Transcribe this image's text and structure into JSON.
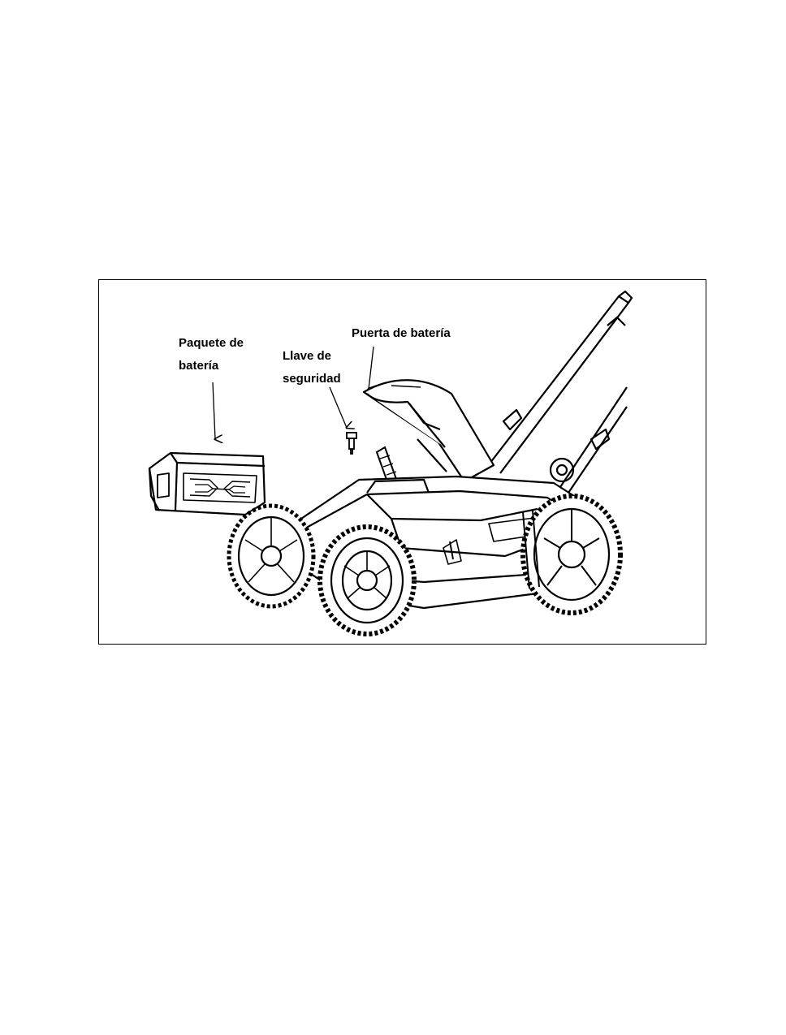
{
  "figure": {
    "labels": {
      "battery_pack": {
        "line1": "Paquete de",
        "line2": "batería"
      },
      "safety_key": {
        "line1": "Llave de",
        "line2": "seguridad"
      },
      "battery_door": {
        "line1": "Puerta de batería"
      }
    },
    "colors": {
      "ink": "#000000",
      "paper": "#ffffff"
    }
  }
}
